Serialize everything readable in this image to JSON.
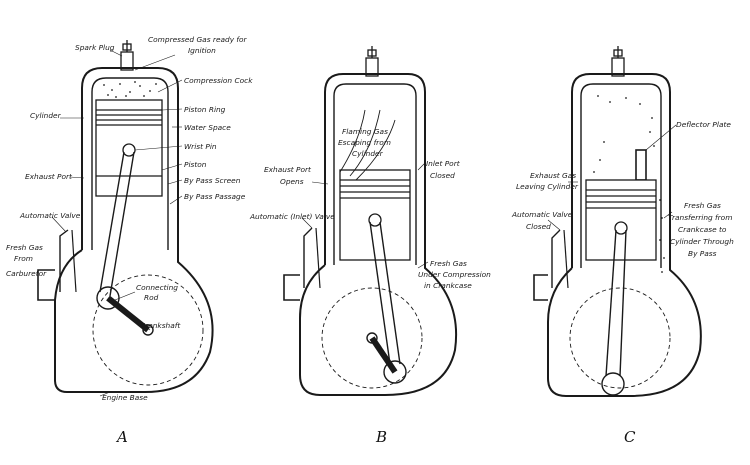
{
  "diagram_a": {
    "caption": "A",
    "labels": {
      "spark_plug": "Spark Plug",
      "compressed_gas_1": "Compressed Gas ready for",
      "compressed_gas_2": "Ignition",
      "compression_cock": "Compression Cock",
      "cylinder": "Cylinder",
      "piston_ring": "Piston Ring",
      "water_space": "Water Space",
      "wrist_pin": "Wrist Pin",
      "piston": "Piston",
      "exhaust_port": "Exhaust Port",
      "by_pass_screen": "By Pass Screen",
      "by_pass_passage": "By Pass Passage",
      "automatic_valve": "Automatic Valve",
      "fresh_gas_1": "Fresh Gas",
      "fresh_gas_2": "From",
      "fresh_gas_3": "Carburetor",
      "connecting_rod_1": "Connecting",
      "connecting_rod_2": "Rod",
      "crankshaft": "Crankshaft",
      "engine_base": "Engine Base"
    }
  },
  "diagram_b": {
    "caption": "B",
    "labels": {
      "flaming_gas_1": "Flaming Gas",
      "flaming_gas_2": "Escaping from",
      "flaming_gas_3": "Cylinder",
      "exhaust_port_opens_1": "Exhaust Port",
      "exhaust_port_opens_2": "Opens",
      "inlet_port_closed_1": "Inlet Port",
      "inlet_port_closed_2": "Closed",
      "automatic_inlet_valve": "Automatic (Inlet) Valve",
      "fresh_gas_comp_1": "Fresh Gas",
      "fresh_gas_comp_2": "Under Compression",
      "fresh_gas_comp_3": "in Crankcase"
    }
  },
  "diagram_c": {
    "caption": "C",
    "labels": {
      "deflector_plate": "Deflector Plate",
      "exhaust_gas_leaving_1": "Exhaust Gas",
      "exhaust_gas_leaving_2": "Leaving Cylinder",
      "automatic_valve_closed_1": "Automatic Valve",
      "automatic_valve_closed_2": "Closed",
      "fresh_gas_transfer_1": "Fresh Gas",
      "fresh_gas_transfer_2": "Transferring from",
      "fresh_gas_transfer_3": "Crankcase to",
      "fresh_gas_transfer_4": "Cylinder Through",
      "fresh_gas_transfer_5": "By Pass"
    }
  },
  "colors": {
    "ink": "#1a1a1a",
    "paper": "#ffffff"
  }
}
